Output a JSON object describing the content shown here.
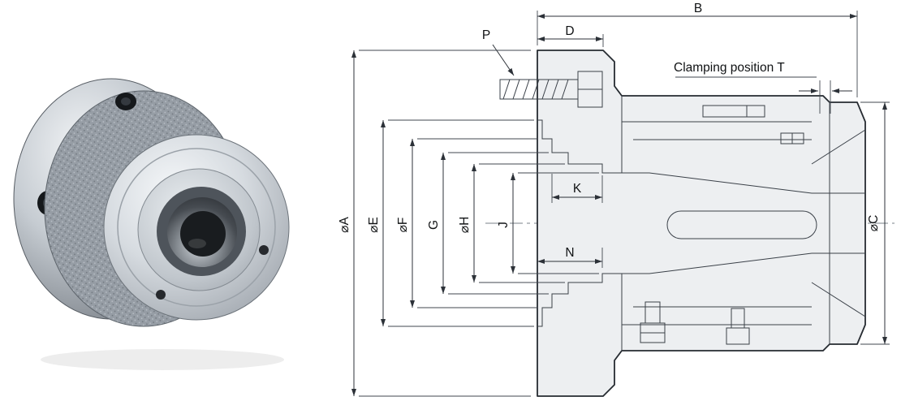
{
  "colors": {
    "background": "#ffffff",
    "drawing_line": "#262b31",
    "section_fill": "#edeff1",
    "metal_light": "#d6dbe0",
    "metal_dark": "#15181b"
  },
  "photo": {
    "description": "Polished steel collet chuck with knurled ring, hex socket screws and central bore"
  },
  "drawing": {
    "dim_labels": {
      "B": "B",
      "D": "D",
      "P": "P",
      "T": "Clamping position T",
      "A": "⌀A",
      "E": "⌀E",
      "F": "⌀F",
      "G": "G",
      "H": "⌀H",
      "J": "J",
      "K": "K",
      "N": "N",
      "C": "⌀C"
    }
  }
}
